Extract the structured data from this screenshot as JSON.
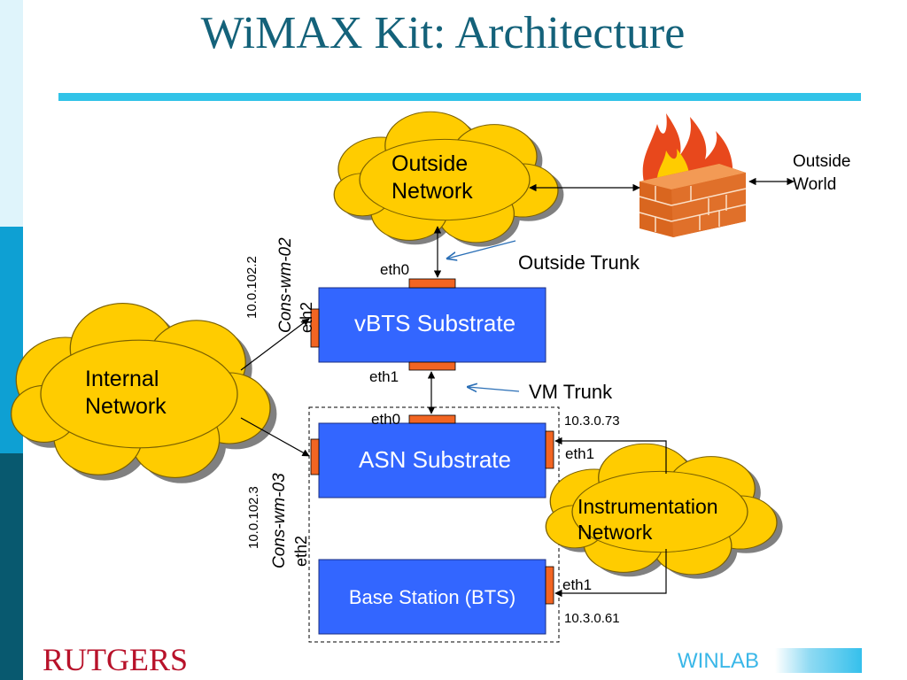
{
  "title": "WiMAX Kit: Architecture",
  "clouds": {
    "outside_network": [
      "Outside",
      "Network"
    ],
    "internal_network": [
      "Internal",
      "Network"
    ],
    "instrumentation_network": [
      "Instrumentation",
      "Network"
    ]
  },
  "boxes": {
    "vbts": "vBTS Substrate",
    "asn": "ASN Substrate",
    "bts": "Base Station (BTS)"
  },
  "labels": {
    "outside_world": [
      "Outside",
      "World"
    ],
    "outside_trunk": "Outside Trunk",
    "vm_trunk": "VM Trunk",
    "vbts_eth0": "eth0",
    "vbts_eth1": "eth1",
    "asn_eth0": "eth0",
    "asn_eth1": "eth1",
    "bts_eth1": "eth1",
    "asn_ip": "10.3.0.73",
    "bts_ip": "10.3.0.61",
    "vbts_mgmt_ip": "10.0.102.2",
    "vbts_host": "Cons-wm-02",
    "vbts_eth2": "eth2",
    "asn_mgmt_ip": "10.0.102.3",
    "asn_host": "Cons-wm-03",
    "asn_eth2": "eth2"
  },
  "logos": {
    "rutgers": "RUTGERS",
    "winlab": "WINLAB"
  },
  "colors": {
    "title": "#14627a",
    "rule": "#31c3e8",
    "box_fill": "#3366ff",
    "cloud_fill": "#ffcc00",
    "port_fill": "#f26522",
    "sidebar_top": "#dff4fb",
    "sidebar_mid": "#0ea0d3",
    "sidebar_bottom": "#08596f"
  }
}
